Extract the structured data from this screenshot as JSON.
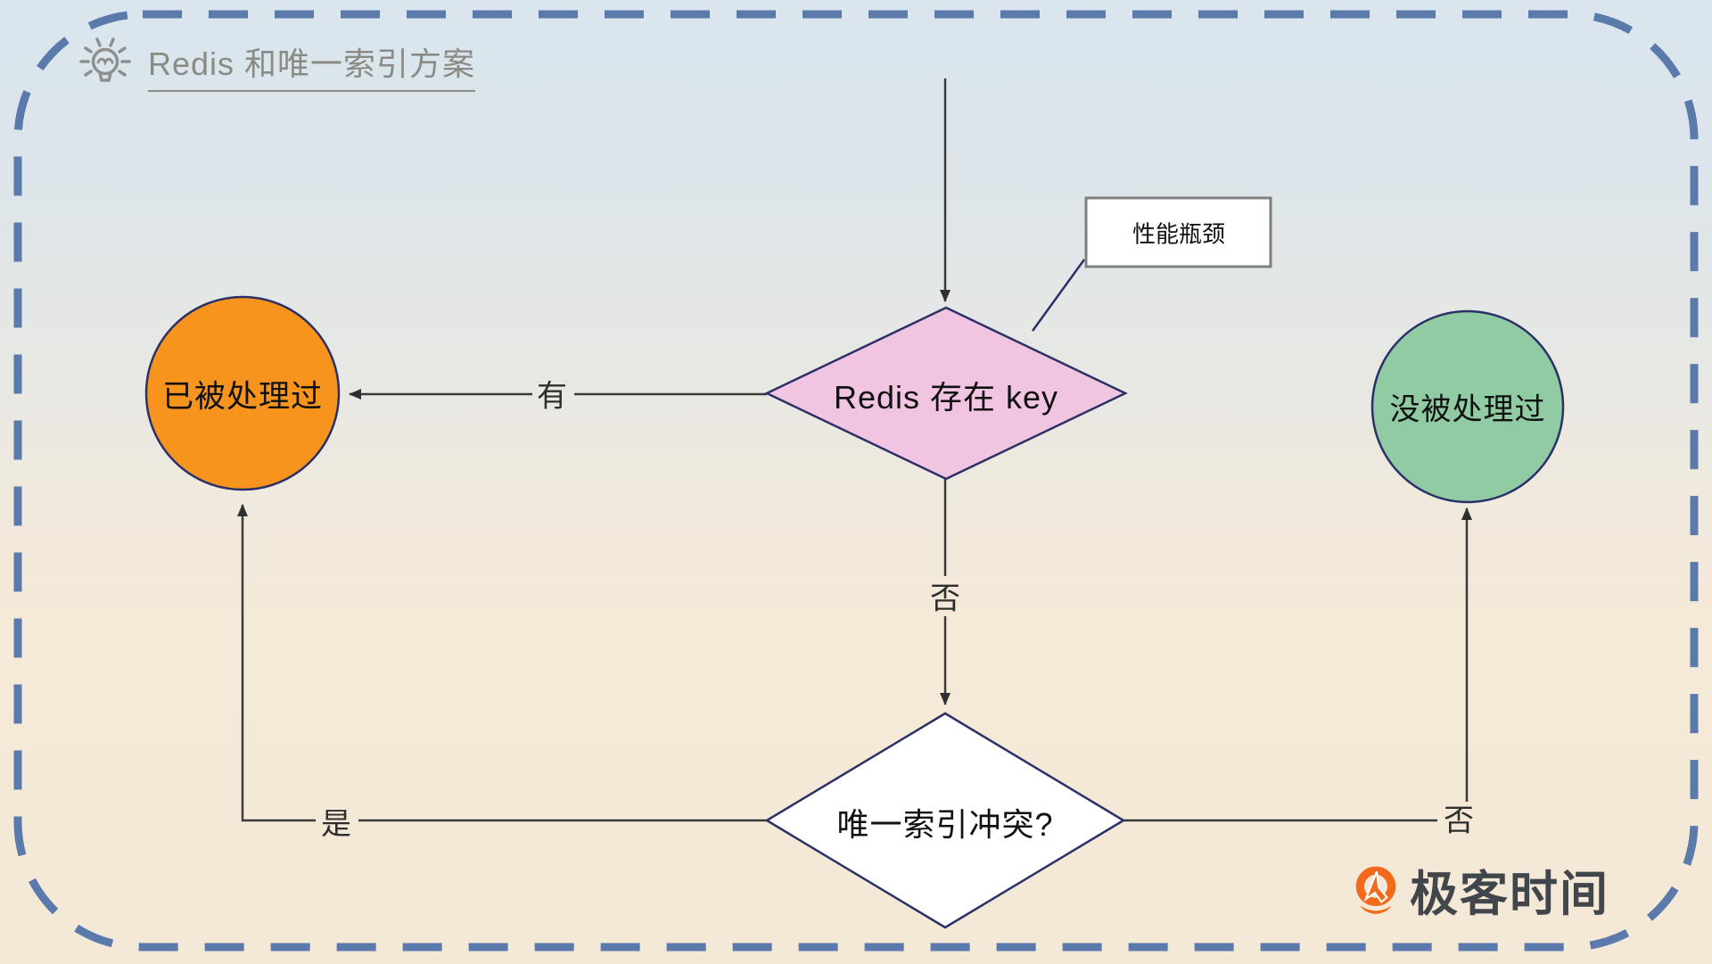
{
  "title": {
    "text": "Redis 和唯一索引方案"
  },
  "nodes": {
    "decision_redis": "Redis 存在 key",
    "decision_unique": "唯一索引冲突?",
    "processed": "已被处理过",
    "not_processed": "没被处理过",
    "callout": "性能瓶颈"
  },
  "edges": {
    "has_label": "有",
    "no_label": "否",
    "yes_label": "是",
    "no_right_label": "否"
  },
  "branding": {
    "logo_text": "极客时间"
  },
  "colors": {
    "border_dash": "#5b7aac",
    "node_outline": "#2b3166",
    "decision_fill": "#f1c4e1",
    "processed_fill": "#f7941e",
    "not_processed_fill": "#90cba4",
    "white_fill": "#ffffff",
    "arrow_line": "#3b3b3b",
    "title_text": "#8b8b85",
    "callout_border": "#7f7f7f",
    "logo_orange": "#f26a1b",
    "logo_text": "#40464b",
    "bg_top": "#dae5ee",
    "bg_bottom": "#f4e8d6"
  }
}
